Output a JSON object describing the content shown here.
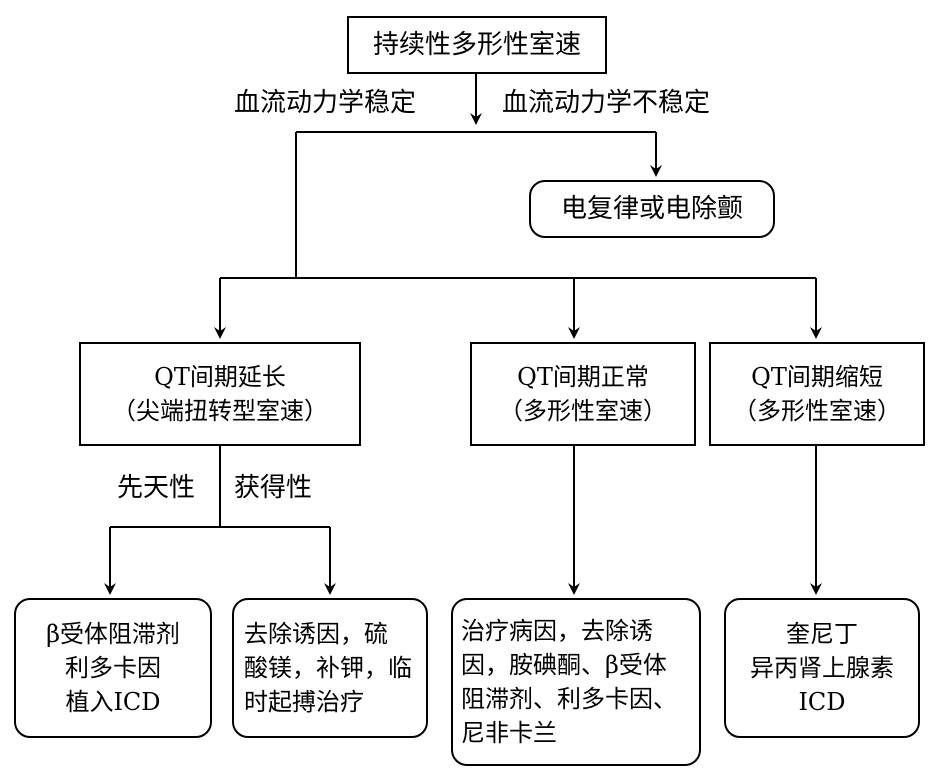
{
  "nodes": {
    "root": "持续性多形性室速",
    "cardioversion": "电复律或电除颤",
    "qt_long": [
      "QT间期延长",
      "（尖端扭转型室速）"
    ],
    "qt_normal": [
      "QT间期正常",
      "（多形性室速）"
    ],
    "qt_short": [
      "QT间期缩短",
      "（多形性室速）"
    ],
    "congenital_tx": [
      "β受体阻滞剂",
      "利多卡因",
      "植入ICD"
    ],
    "acquired_tx": [
      "去除诱因，硫",
      "酸镁，补钾，临",
      "时起搏治疗"
    ],
    "normal_tx": [
      "治疗病因，去除诱",
      "因，胺碘酮、β受体",
      "阻滞剂、利多卡因、",
      "尼非卡兰"
    ],
    "short_tx": [
      "奎尼丁",
      "异丙肾上腺素",
      "ICD"
    ]
  },
  "edge_labels": {
    "stable": "血流动力学稳定",
    "unstable": "血流动力学不稳定",
    "congenital": "先天性",
    "acquired": "获得性"
  }
}
